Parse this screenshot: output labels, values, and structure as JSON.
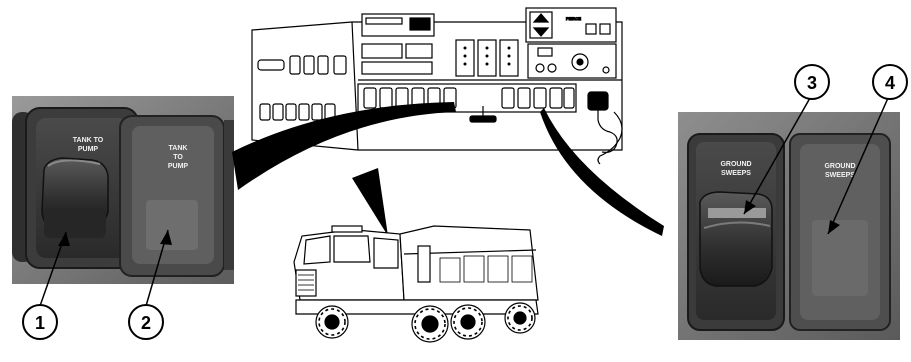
{
  "switches": {
    "left_active_label": [
      "TANK TO",
      "PUMP"
    ],
    "left_inactive_label": [
      "TANK",
      "TO",
      "PUMP"
    ],
    "right_active_label": [
      "GROUND",
      "SWEEPS"
    ],
    "right_inactive_label": [
      "GROUND",
      "SWEEPS"
    ]
  },
  "panel": {
    "brand_text": "PIERCE"
  },
  "callouts": [
    "1",
    "2",
    "3",
    "4"
  ],
  "colors": {
    "photo_dark": "#3a3a3a",
    "photo_mid": "#6b6b6b",
    "photo_light": "#a8a8a8",
    "line": "#000000"
  }
}
